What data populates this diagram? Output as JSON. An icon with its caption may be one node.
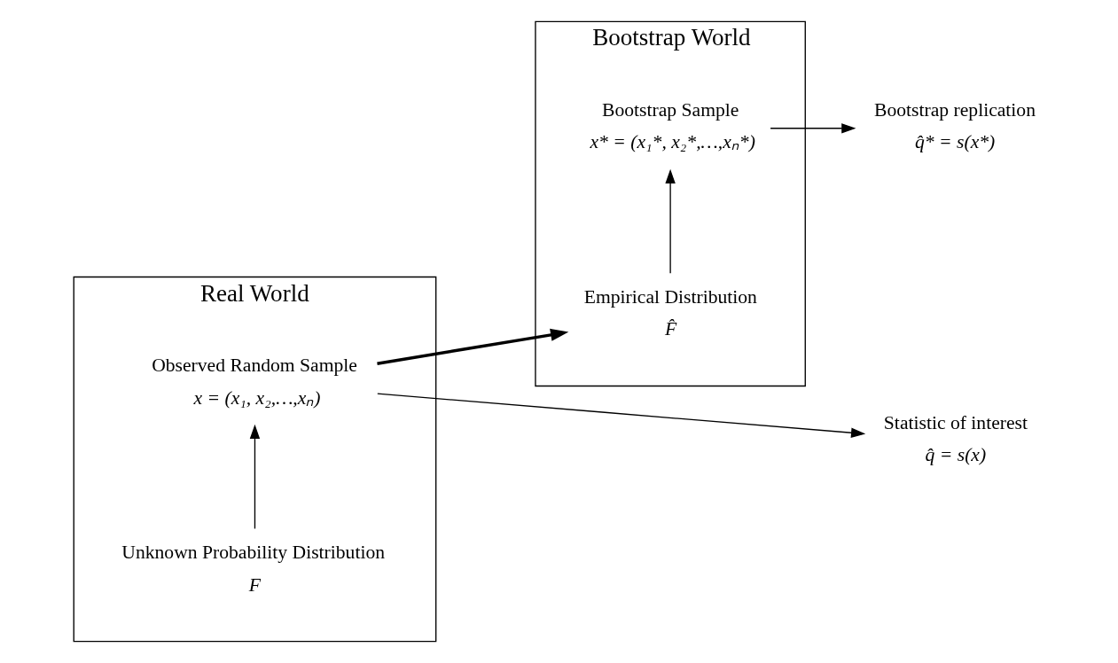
{
  "diagram": {
    "nodes": [
      {
        "text": [
          "Real World"
        ]
      },
      {
        "text": [
          "F"
        ],
        "beside": [
          "Unknown Probability Distribution"
        ],
        "in": 0
      },
      {
        "text": [
          "x = (x₁, x₂,…,xₙ)"
        ],
        "beside": [
          "Observed Random Sample"
        ],
        "in": 0
      },
      {
        "text": [
          "Bootstrap World"
        ]
      },
      {
        "text": [
          "F̂"
        ],
        "beside": [
          "Empirical Distribution"
        ],
        "in": 3
      },
      {
        "text": [
          "x* = (x₁*, x₂*,…,xₙ*)"
        ],
        "beside": [
          "Bootstrap Sample"
        ],
        "in": 3
      },
      {
        "text": [
          "q̂ = s(x)"
        ],
        "beside": [
          "Statistic of interest"
        ]
      },
      {
        "text": [
          "q̂* = s(x*)"
        ],
        "beside": [
          "Bootstrap replication"
        ]
      }
    ],
    "edges": [
      {
        "from": 1,
        "to": 2,
        "arrow": "to"
      },
      {
        "from": 2,
        "to": 4,
        "arrow": "to",
        "style": "thick"
      },
      {
        "from": 4,
        "to": 5,
        "arrow": "to"
      },
      {
        "from": 2,
        "to": 6,
        "arrow": "to"
      },
      {
        "from": 5,
        "to": 7,
        "arrow": "to"
      }
    ]
  }
}
